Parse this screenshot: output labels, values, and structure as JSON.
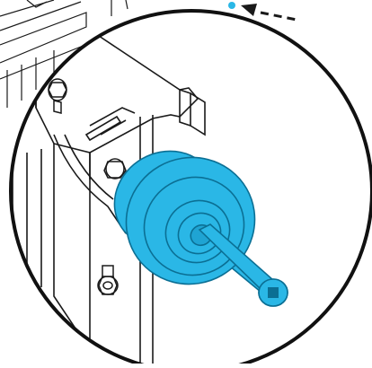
{
  "figure": {
    "kind": "assembly-detail-callout",
    "highlight_color": "#2ab7e6",
    "highlight_dark": "#0b6f94",
    "line_color": "#111111",
    "callout_arrow": "dashed-leader-arrow",
    "parts": {
      "wheel": "wheel-icon",
      "axle": "axle-bolt-icon",
      "hex_bolts": "hex-bolt-icon",
      "bracket": "bracket-frame"
    }
  }
}
